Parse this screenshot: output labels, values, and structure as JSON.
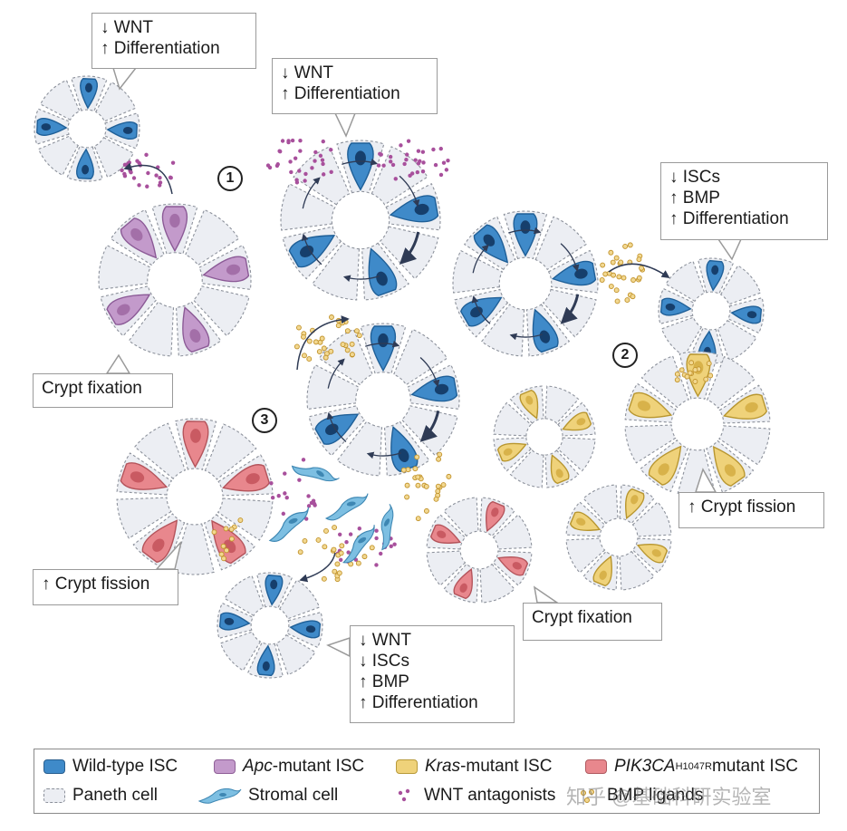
{
  "colors": {
    "wild_type": "#3f8ac9",
    "apc": "#c39acb",
    "kras": "#efd27a",
    "pik3ca": "#e8878d",
    "paneth": "#eceef3",
    "wnt_antagonist": "#a8509c",
    "bmp_ligand": "#dcab3d",
    "stromal": "#7dbfe2"
  },
  "step_markers": [
    "1",
    "2",
    "3"
  ],
  "callouts": {
    "c1": {
      "lines": [
        "↓ WNT",
        "↑ Differentiation"
      ]
    },
    "c2": {
      "lines": [
        "↓ WNT",
        "↑ Differentiation"
      ]
    },
    "c3": {
      "lines": [
        "↓ ISCs",
        "↑ BMP",
        "↑ Differentiation"
      ]
    },
    "c4": {
      "lines": [
        "Crypt fixation"
      ]
    },
    "c5": {
      "lines": [
        "↑ Crypt fission"
      ]
    },
    "c6": {
      "lines": [
        "↑ Crypt fission"
      ]
    },
    "c7": {
      "lines": [
        "Crypt fixation"
      ]
    },
    "c8": {
      "lines": [
        "↓ WNT",
        "↓ ISCs",
        "↑ BMP",
        "↑ Differentiation"
      ]
    }
  },
  "legend": {
    "wild_type": "Wild-type ISC",
    "apc_italic": "Apc",
    "apc_rest": "-mutant ISC",
    "kras_italic": "Kras",
    "kras_rest": "-mutant ISC",
    "pik3ca_italic": "PIK3CA",
    "pik3ca_sup": "H1047R",
    "pik3ca_rest": " mutant ISC",
    "paneth": "Paneth cell",
    "stromal": "Stromal cell",
    "wnt": "WNT antagonists",
    "bmp": "BMP ligands"
  },
  "watermark": "知乎 @基础科研实验室"
}
